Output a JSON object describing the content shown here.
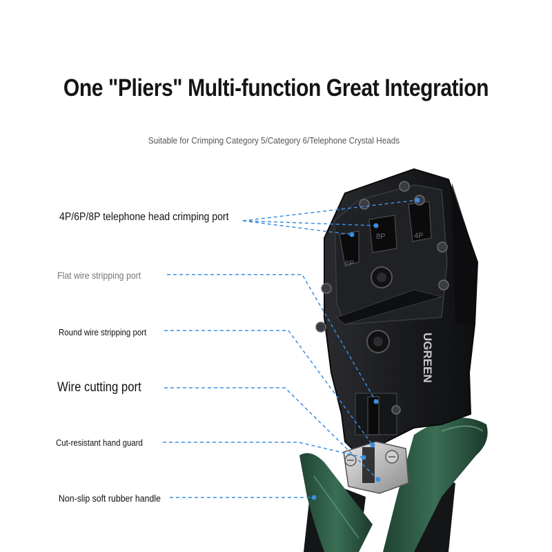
{
  "heading": {
    "title": "One \"Pliers\" Multi-function Great Integration",
    "subtitle": "Suitable for Crimping Category 5/Category 6/Telephone Crystal Heads"
  },
  "callouts": {
    "crimping_port": "4P/6P/8P telephone head crimping port",
    "flat_stripping": "Flat wire stripping port",
    "round_stripping": "Round wire stripping port",
    "cutting_port": "Wire cutting port",
    "hand_guard": "Cut-resistant hand guard",
    "handle": "Non-slip soft rubber handle"
  },
  "tool": {
    "brand": "UGREEN",
    "port_6p": "6P",
    "port_8p": "8P",
    "port_4p": "4P"
  },
  "colors": {
    "callout_line": "#3a8ee0",
    "tool_body": "#1c1d20",
    "handle_green": "#2e5a44"
  }
}
